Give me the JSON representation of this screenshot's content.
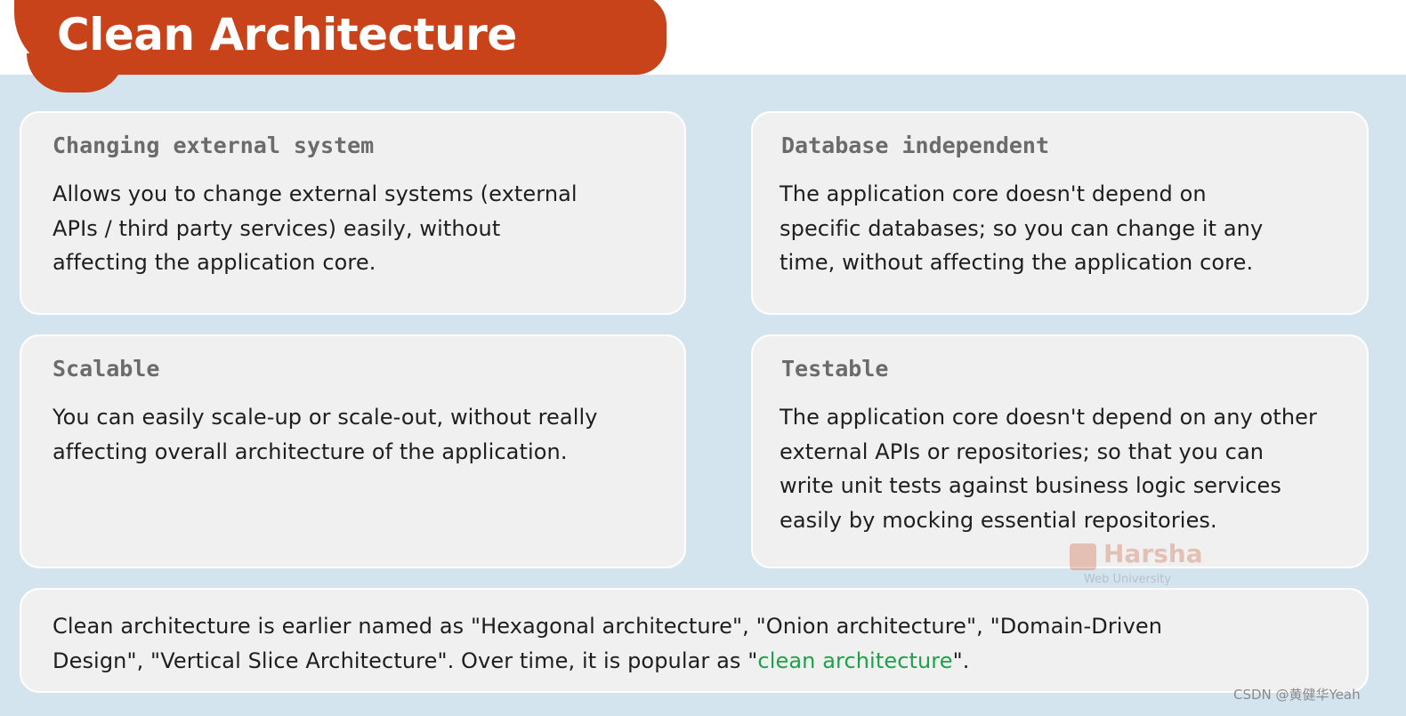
{
  "header": {
    "title": "Clean Architecture"
  },
  "cards": [
    {
      "heading": "Changing external system",
      "lines": [
        "Allows you to change external systems (external",
        "APIs / third party services) easily, without",
        "affecting the application core."
      ]
    },
    {
      "heading": "Database independent",
      "lines": [
        "The application core doesn't depend on",
        "specific databases; so you can change it any",
        "time, without affecting the application core."
      ]
    },
    {
      "heading": "Scalable",
      "lines": [
        "You can easily scale-up or scale-out, without really",
        "affecting overall architecture of the application."
      ]
    },
    {
      "heading": "Testable",
      "lines": [
        "The application core doesn't depend on any other",
        "external APIs or repositories; so that you can",
        "write unit tests against business logic services",
        "easily by mocking essential repositories."
      ]
    }
  ],
  "note": {
    "line1": "Clean architecture is earlier named as \"Hexagonal architecture\", \"Onion architecture\", \"Domain-Driven",
    "line2_prefix": "Design\", \"Vertical Slice Architecture\". Over time, it is popular as \"",
    "line2_highlight": "clean architecture",
    "line2_suffix": "\"."
  },
  "watermark": {
    "name": "Harsha",
    "sub": "Web University"
  },
  "credit": "CSDN @黄健华Yeah",
  "colors": {
    "brand": "#c8431a",
    "background": "#d4e4ee",
    "card": "#f0f0f0",
    "highlight": "#1aa34a"
  }
}
